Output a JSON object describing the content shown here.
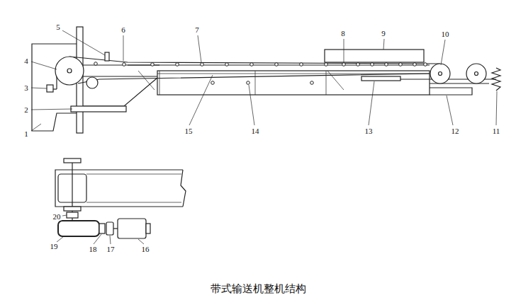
{
  "diagram": {
    "caption": "带式输送机整机结构",
    "labels": [
      "5",
      "6",
      "7",
      "8",
      "9",
      "10",
      "4",
      "3",
      "2",
      "1",
      "15",
      "14",
      "13",
      "12",
      "11",
      "20",
      "19",
      "18",
      "17",
      "16"
    ]
  }
}
